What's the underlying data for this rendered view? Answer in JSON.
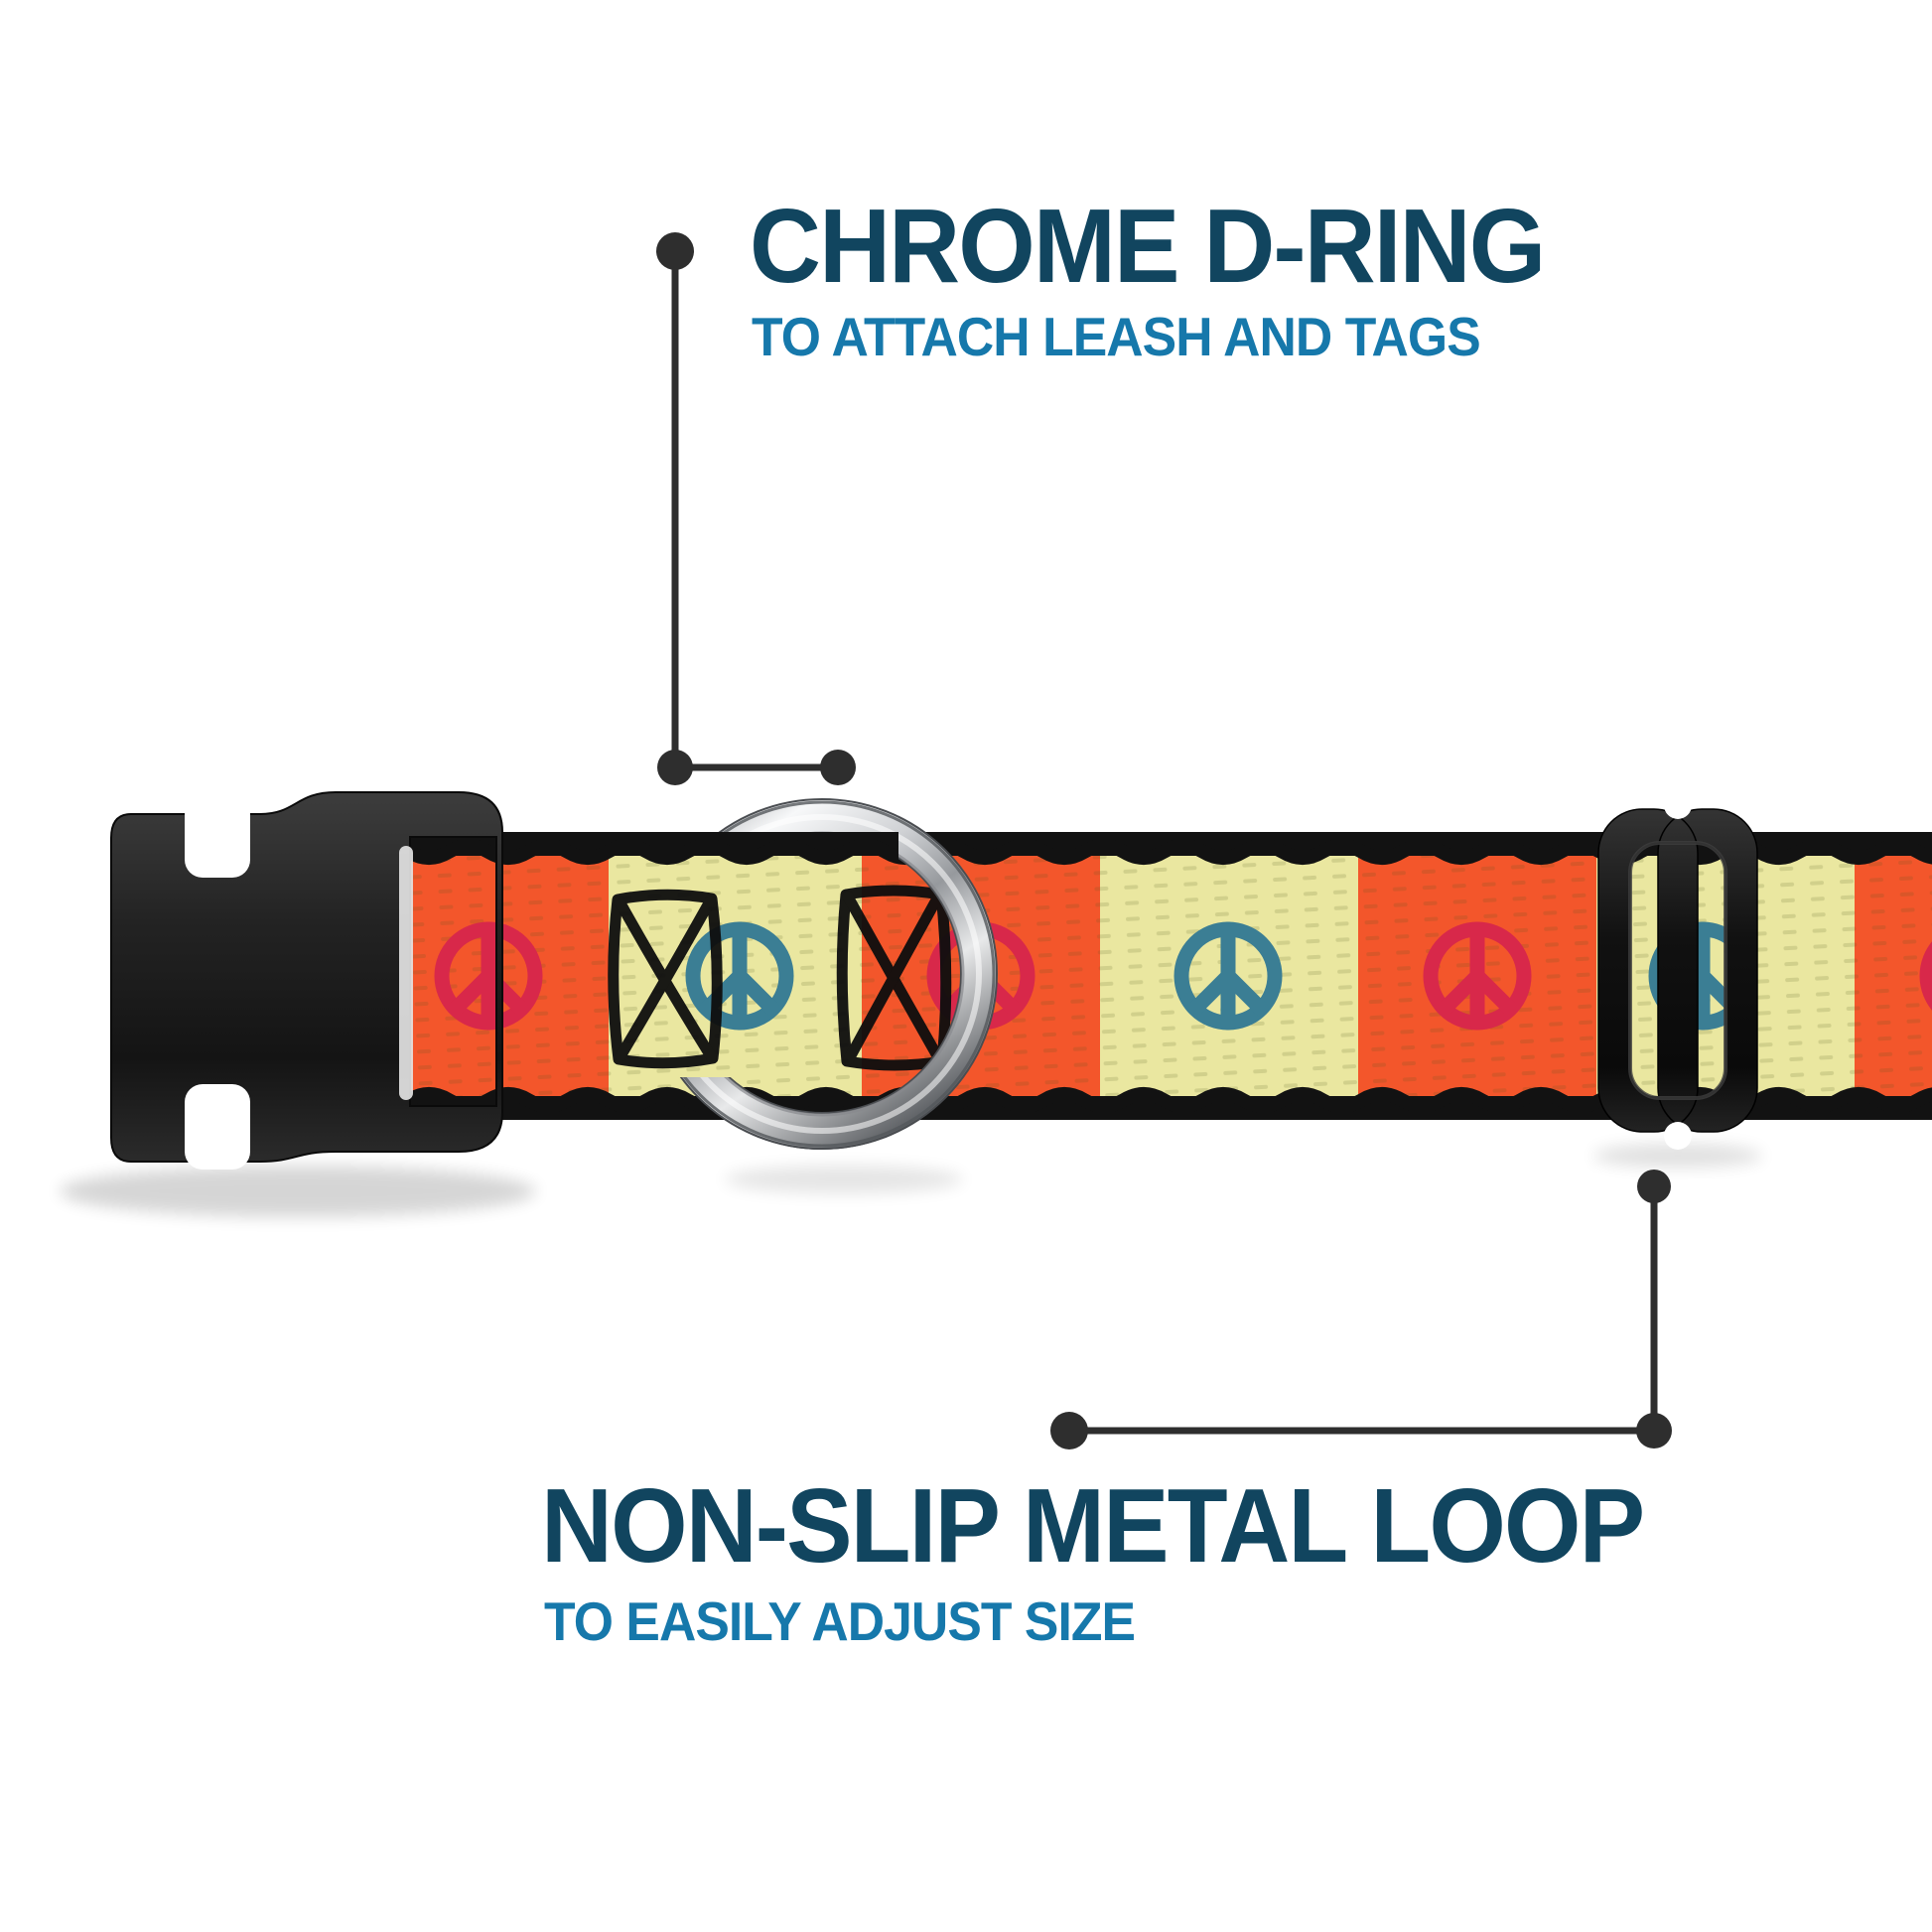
{
  "annotations": {
    "dring": {
      "title": "CHROME D-RING",
      "subtitle": "TO ATTACH LEASH AND TAGS"
    },
    "slider": {
      "title": "NON-SLIP METAL LOOP",
      "subtitle": "TO EASILY ADJUST SIZE"
    }
  },
  "collar": {
    "buckle": "black-side-release-buckle",
    "ring": "chrome-d-ring",
    "slider": "black-metal-slider-loop",
    "webbing": {
      "pattern": "alternating color blocks with peace symbols",
      "block_colors": [
        "orange",
        "cream"
      ],
      "symbol": "peace-sign",
      "symbol_color_on_orange": "red",
      "symbol_color_on_cream": "teal"
    }
  },
  "colors": {
    "navy": "#11455f",
    "blue": "#1678ab",
    "callout": "#2e2e2e",
    "orange": "#f3562b",
    "cream": "#eae7a0",
    "red": "#d8284a",
    "teal": "#3b7e94",
    "strap_black": "#121212"
  }
}
